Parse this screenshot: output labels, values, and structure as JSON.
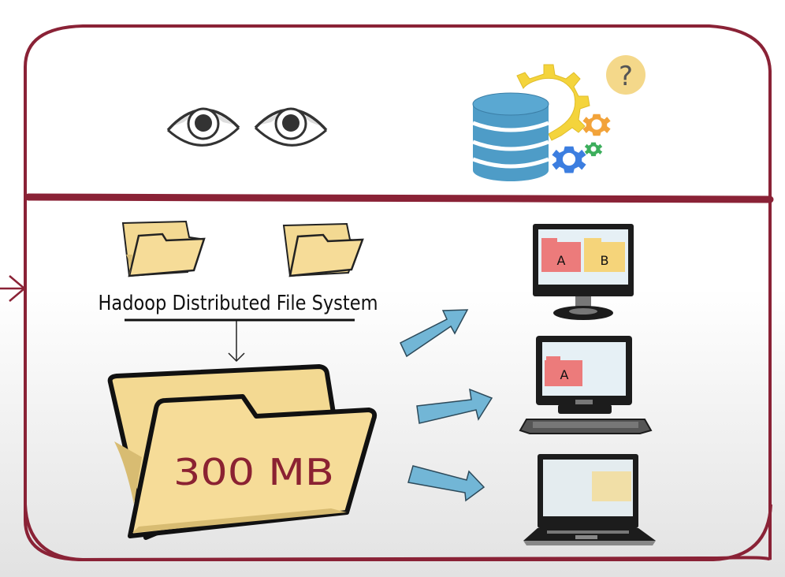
{
  "diagram": {
    "hdfs_label": "Hadoop Distributed File System",
    "big_folder_label": "300 MB",
    "nodes": [
      {
        "type": "desktop-monitor",
        "blocks": [
          "A",
          "B"
        ]
      },
      {
        "type": "desktop-computer",
        "blocks": [
          "A"
        ]
      },
      {
        "type": "laptop",
        "blocks": []
      }
    ],
    "question_mark": "?"
  },
  "colors": {
    "frame": "#8a2236",
    "folder": "#f3d992",
    "folder_shadow": "#dcc07c",
    "block_a": "#ec7b7b",
    "block_b": "#f5d47a",
    "arrow": "#72b6d6",
    "database": "#4e9cc7",
    "gear_yellow": "#f4d43c",
    "gear_orange": "#f2a33a",
    "gear_blue": "#3c7ee0",
    "gear_green": "#3cae5c",
    "question_bg": "#f4d88a",
    "text_red": "#8b2232"
  }
}
